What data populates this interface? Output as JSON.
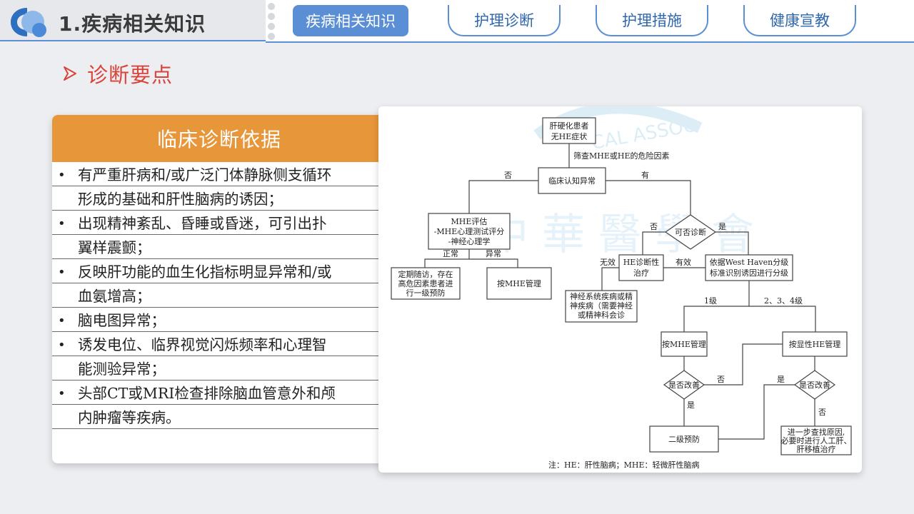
{
  "header": {
    "page_title": "1.疾病相关知识",
    "tabs": [
      {
        "label": "疾病相关知识",
        "active": true
      },
      {
        "label": "护理诊断",
        "active": false
      },
      {
        "label": "护理措施",
        "active": false
      },
      {
        "label": "健康宣教",
        "active": false
      }
    ]
  },
  "section": {
    "heading": "诊断要点",
    "icon": "arrow-right-outline-icon"
  },
  "card": {
    "title": "临床诊断依据",
    "bullet_glyph": "•",
    "lines": [
      {
        "bullet": true,
        "text": "有严重肝病和/或广泛门体静脉侧支循环"
      },
      {
        "bullet": false,
        "text": "形成的基础和肝性脑病的诱因；"
      },
      {
        "bullet": true,
        "text": "出现精神紊乱、昏睡或昏迷，可引出扑"
      },
      {
        "bullet": false,
        "text": "翼样震颤；"
      },
      {
        "bullet": true,
        "text": "反映肝功能的血生化指标明显异常和/或"
      },
      {
        "bullet": false,
        "text": "血氨增高；"
      },
      {
        "bullet": true,
        "text": "脑电图异常；"
      },
      {
        "bullet": true,
        "text": "诱发电位、临界视觉闪烁频率和心理智"
      },
      {
        "bullet": false,
        "text": "能测验异常；"
      },
      {
        "bullet": true,
        "text": "头部CT或MRI检查排除脑血管意外和颅"
      },
      {
        "bullet": false,
        "text": "内肿瘤等疾病。"
      }
    ]
  },
  "flowchart": {
    "watermark_text": "CAL ASSOC",
    "nodes": {
      "start_l1": "肝硬化患者",
      "start_l2": "无HE症状",
      "screen": "筛查MHE或HE的危险因素",
      "clinical": "临床认知异常",
      "mhe_eval_l1": "MHE评估",
      "mhe_eval_l2": "-MHE心理测试评分",
      "mhe_eval_l3": "-神经心理学",
      "followup_l1": "定期随访，存在",
      "followup_l2": "高危因素患者进",
      "followup_l3": "行一级预防",
      "manage_mhe": "按MHE管理",
      "diagnosable": "可否诊断",
      "he_dx_l1": "HE诊断性",
      "he_dx_l2": "治疗",
      "westhaven_l1": "依据West Haven分级",
      "westhaven_l2": "标准识别诱因进行分级",
      "neuro_l1": "神经系统疾病或精",
      "neuro_l2": "神疾病（需要神经",
      "neuro_l3": "或精神科会诊",
      "manage_mhe2": "按MHE管理",
      "manage_he": "按显性HE管理",
      "improved1": "是否改善",
      "improved2": "是否改善",
      "secondary": "二级预防",
      "further_l1": "进一步查找原因,",
      "further_l2": "必要时进行人工肝、",
      "further_l3": "肝移植治疗"
    },
    "edge_labels": {
      "no": "否",
      "yes": "有",
      "normal": "正常",
      "abnormal": "异常",
      "no2": "否",
      "yes2": "是",
      "invalid": "无效",
      "valid": "有效",
      "grade1": "1级",
      "grade234": "2、3、4级",
      "no3": "否",
      "yes3": "是",
      "yes4": "是",
      "no4": "否"
    },
    "note": "注：HE：肝性脑病；MHE：轻微肝性脑病"
  }
}
